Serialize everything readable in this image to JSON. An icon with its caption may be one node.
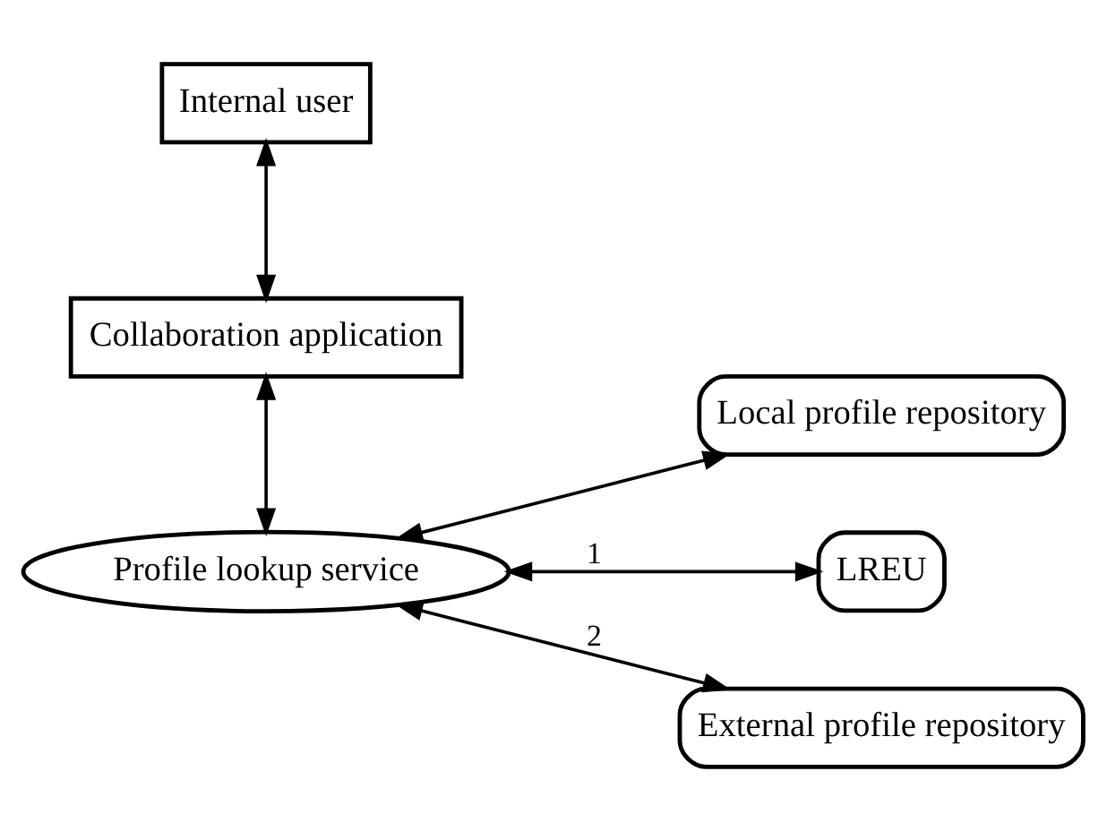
{
  "diagram": {
    "nodes": [
      {
        "text": [
          "Internal user"
        ]
      },
      {
        "text": [
          "Collaboration application"
        ]
      },
      {
        "text": [
          "Profile lookup service"
        ]
      },
      {
        "text": [
          "Local profile repository"
        ]
      },
      {
        "text": [
          "LREU"
        ]
      },
      {
        "text": [
          "External profile repository"
        ]
      }
    ],
    "edges": [
      {
        "from": 0,
        "to": 1,
        "arrow": "both"
      },
      {
        "from": 1,
        "to": 2,
        "arrow": "both"
      },
      {
        "from": 2,
        "to": 3,
        "arrow": "both"
      },
      {
        "from": 2,
        "to": 4,
        "arrow": "both",
        "label": "1"
      },
      {
        "from": 2,
        "to": 5,
        "arrow": "both",
        "label": "2"
      }
    ]
  }
}
